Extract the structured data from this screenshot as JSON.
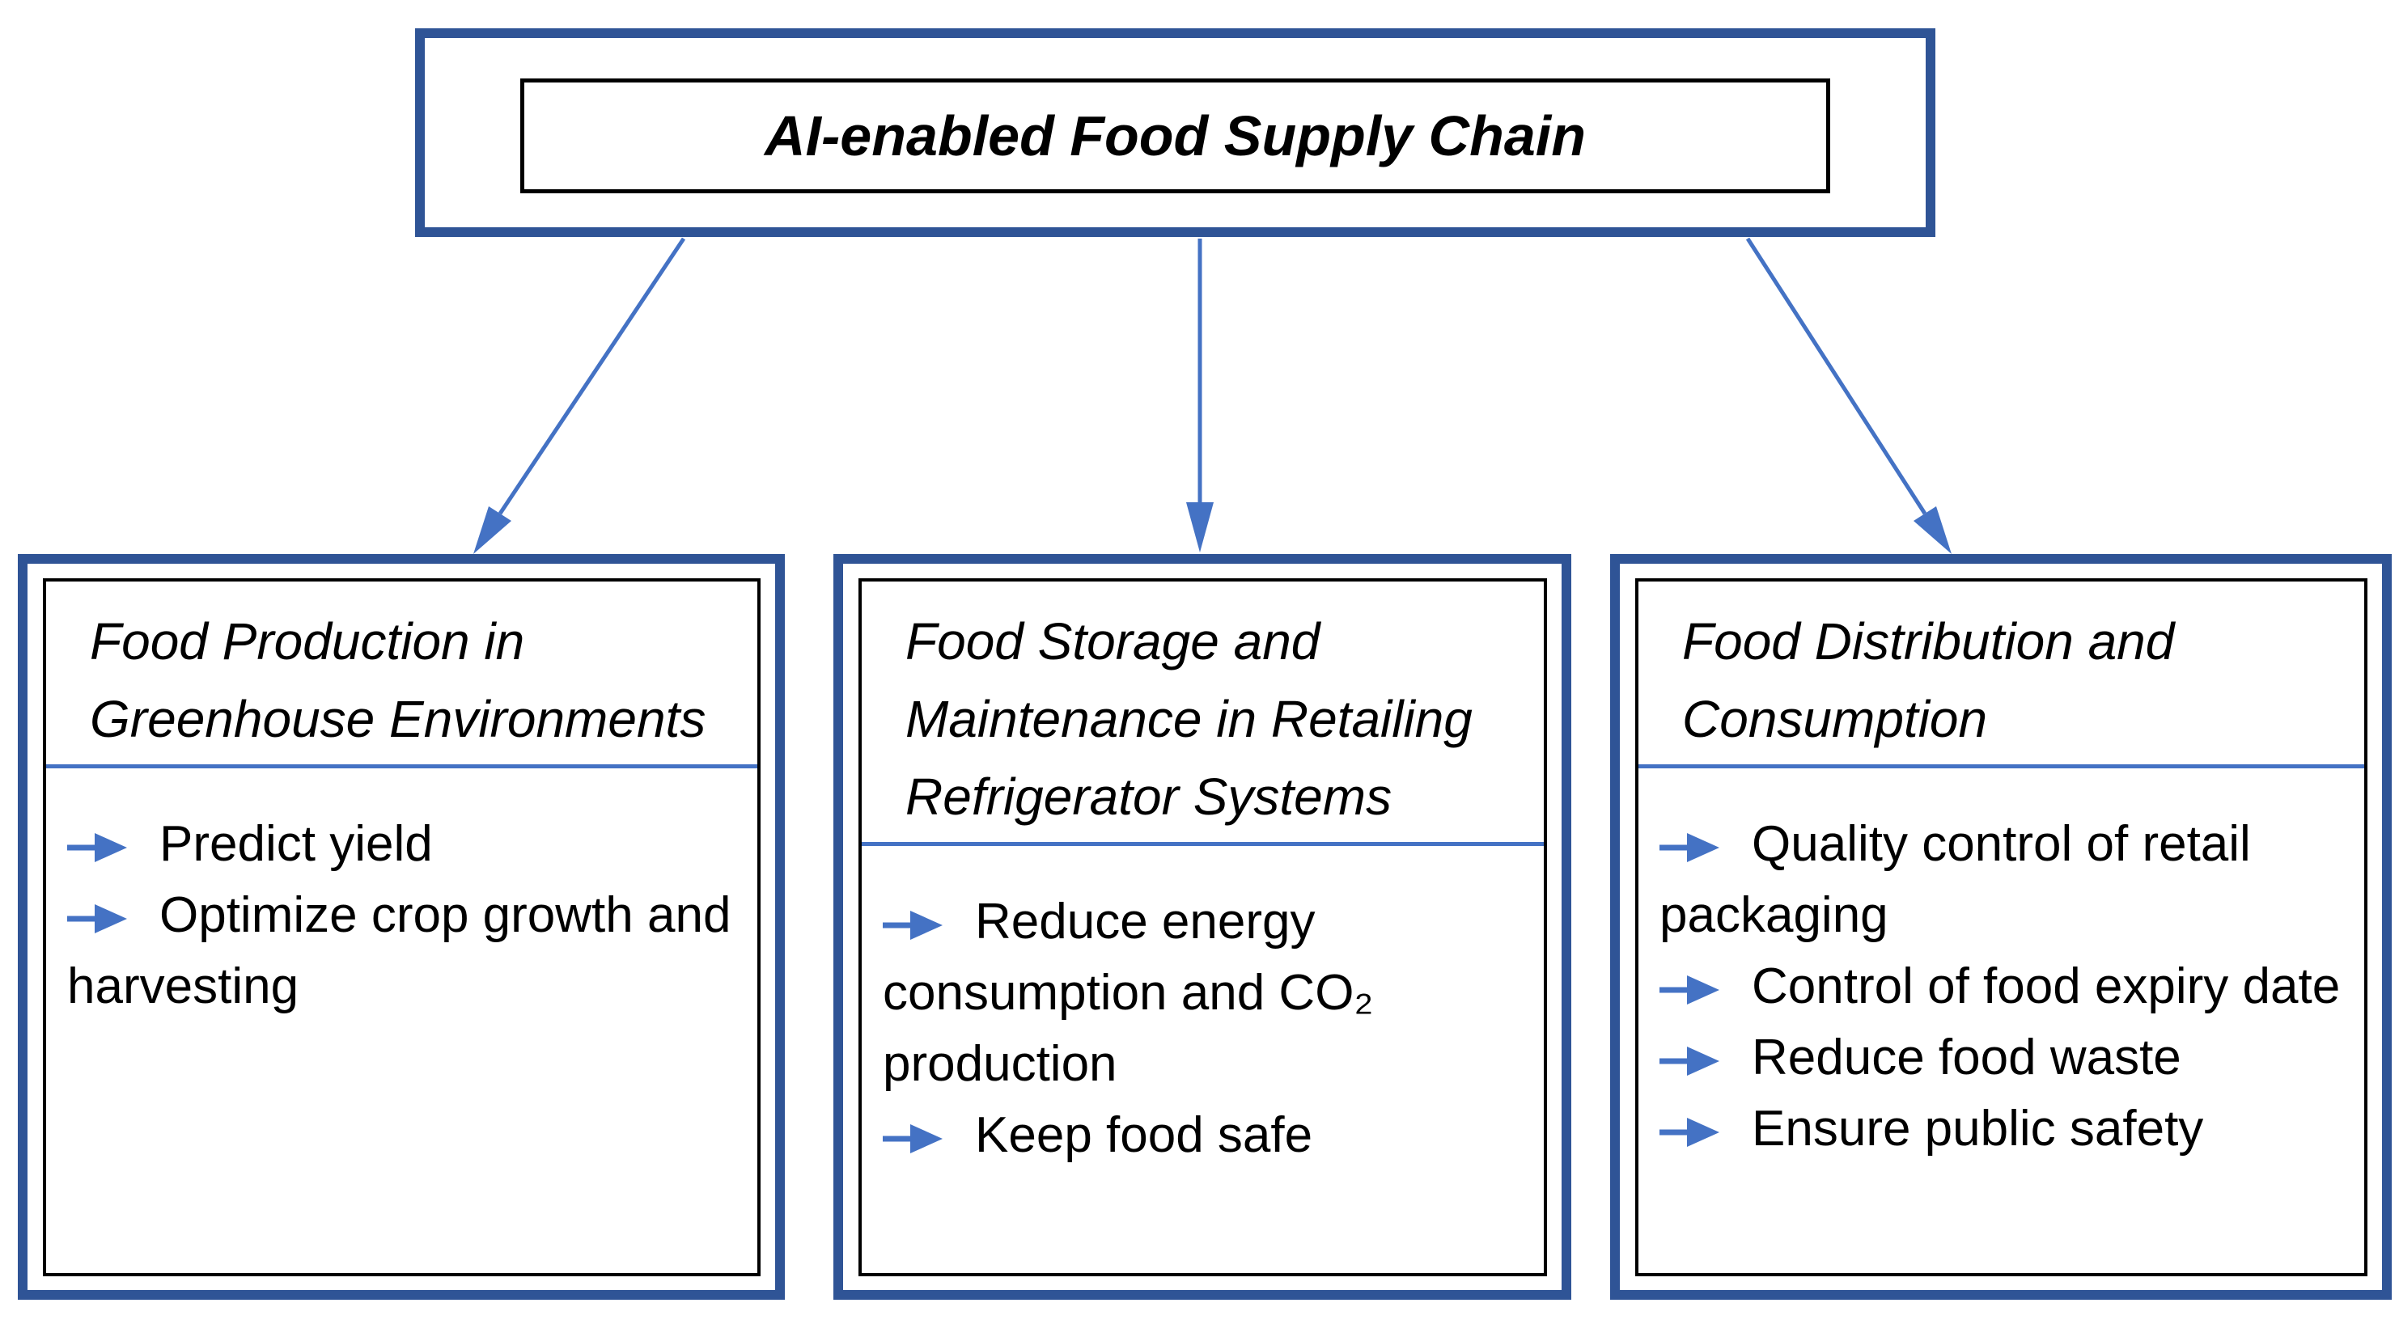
{
  "root": {
    "title": "AI-enabled Food Supply Chain"
  },
  "branches": [
    {
      "title": "Food Production in Greenhouse Environments",
      "items": [
        "Predict yield",
        "Optimize crop growth and harvesting"
      ]
    },
    {
      "title": "Food Storage and Maintenance in Retailing Refrigerator Systems",
      "items": [
        "Reduce energy consumption and CO₂ production",
        "Keep food safe"
      ]
    },
    {
      "title": "Food Distribution and Consumption",
      "items": [
        "Quality control of retail packaging",
        "Control of food expiry date",
        "Reduce food waste",
        "Ensure public safety"
      ]
    }
  ],
  "icons": {
    "bullet": "right-arrow-icon",
    "connector": "down-arrow-icon"
  },
  "colors": {
    "outer_border": "#2F5496",
    "inner_border": "#000000",
    "accent_arrows_divider": "#4472C4",
    "text": "#000000",
    "background": "#FFFFFF"
  }
}
